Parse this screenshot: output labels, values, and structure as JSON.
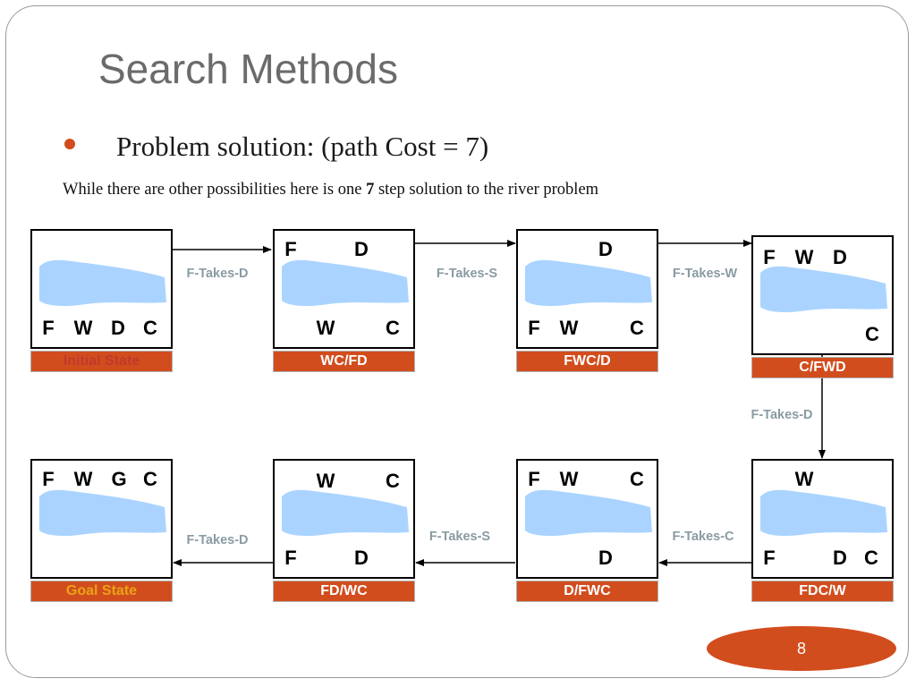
{
  "slide": {
    "title": "Search Methods",
    "bullet": "Problem solution: (path Cost = 7)",
    "subline_pre": "While there are other possibilities here is one ",
    "subline_bold": "7",
    "subline_post": " step solution to the river problem",
    "page_number": "8"
  },
  "colors": {
    "accent": "#d24d1e",
    "river": "#aad4ff",
    "operator_text": "#8a9ba3",
    "initial_label_text": "#c0392b",
    "goal_label_text": "#e8a317"
  },
  "states": [
    {
      "id": "s1",
      "label": "Initial State",
      "top": [],
      "bottom": [
        "F",
        "W",
        "D",
        "C"
      ]
    },
    {
      "id": "s2",
      "label": "WC/FD",
      "top": [
        "F",
        "D"
      ],
      "bottom": [
        "W",
        "C"
      ]
    },
    {
      "id": "s3",
      "label": "FWC/D",
      "top": [
        "D"
      ],
      "bottom": [
        "F",
        "W",
        "C"
      ]
    },
    {
      "id": "s4",
      "label": "C/FWD",
      "top": [
        "F",
        "W",
        "D"
      ],
      "bottom": [
        "C"
      ]
    },
    {
      "id": "s5",
      "label": "FDC/W",
      "top": [
        "W"
      ],
      "bottom": [
        "F",
        "D",
        "C"
      ]
    },
    {
      "id": "s6",
      "label": "D/FWC",
      "top": [
        "F",
        "W",
        "C"
      ],
      "bottom": [
        "D"
      ]
    },
    {
      "id": "s7",
      "label": "FD/WC",
      "top": [
        "W",
        "C"
      ],
      "bottom": [
        "F",
        "D"
      ]
    },
    {
      "id": "s8",
      "label": "Goal State",
      "top": [
        "F",
        "W",
        "G",
        "C"
      ],
      "bottom": []
    }
  ],
  "operators": [
    {
      "label": "F-Takes-D"
    },
    {
      "label": "F-Takes-S"
    },
    {
      "label": "F-Takes-W"
    },
    {
      "label": "F-Takes-D"
    },
    {
      "label": "F-Takes-C"
    },
    {
      "label": "F-Takes-S"
    },
    {
      "label": "F-Takes-D"
    }
  ]
}
